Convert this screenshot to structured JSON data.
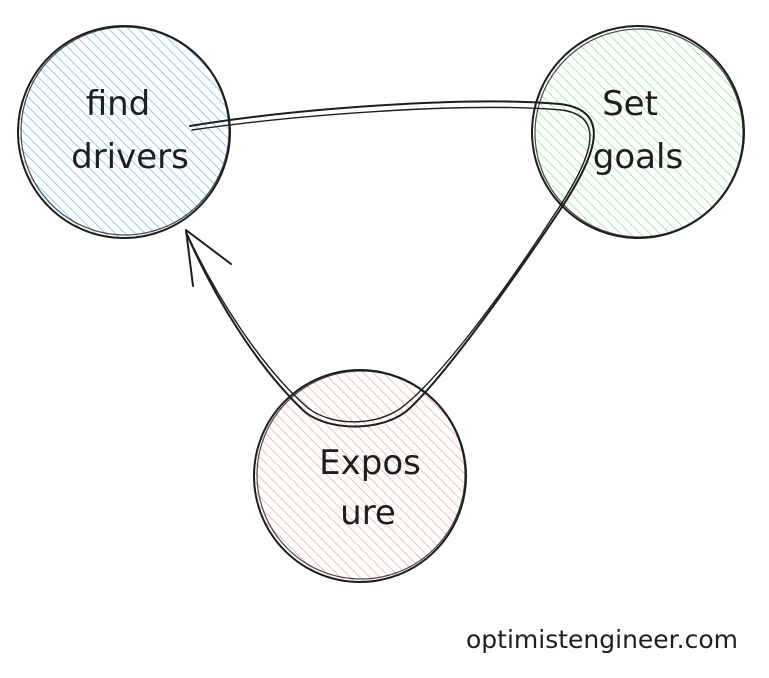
{
  "diagram": {
    "nodes": [
      {
        "id": "find",
        "lines": [
          "find",
          "drivers"
        ],
        "fill": "#a5d8ff"
      },
      {
        "id": "goals",
        "lines": [
          "Set",
          "goals"
        ],
        "fill": "#b2f2bb"
      },
      {
        "id": "exposure",
        "lines": [
          "Expos",
          "ure"
        ],
        "fill": "#ffc9c9"
      }
    ],
    "stroke": "#1e1e1e"
  },
  "footer": {
    "credit": "optimistengineer.com"
  }
}
